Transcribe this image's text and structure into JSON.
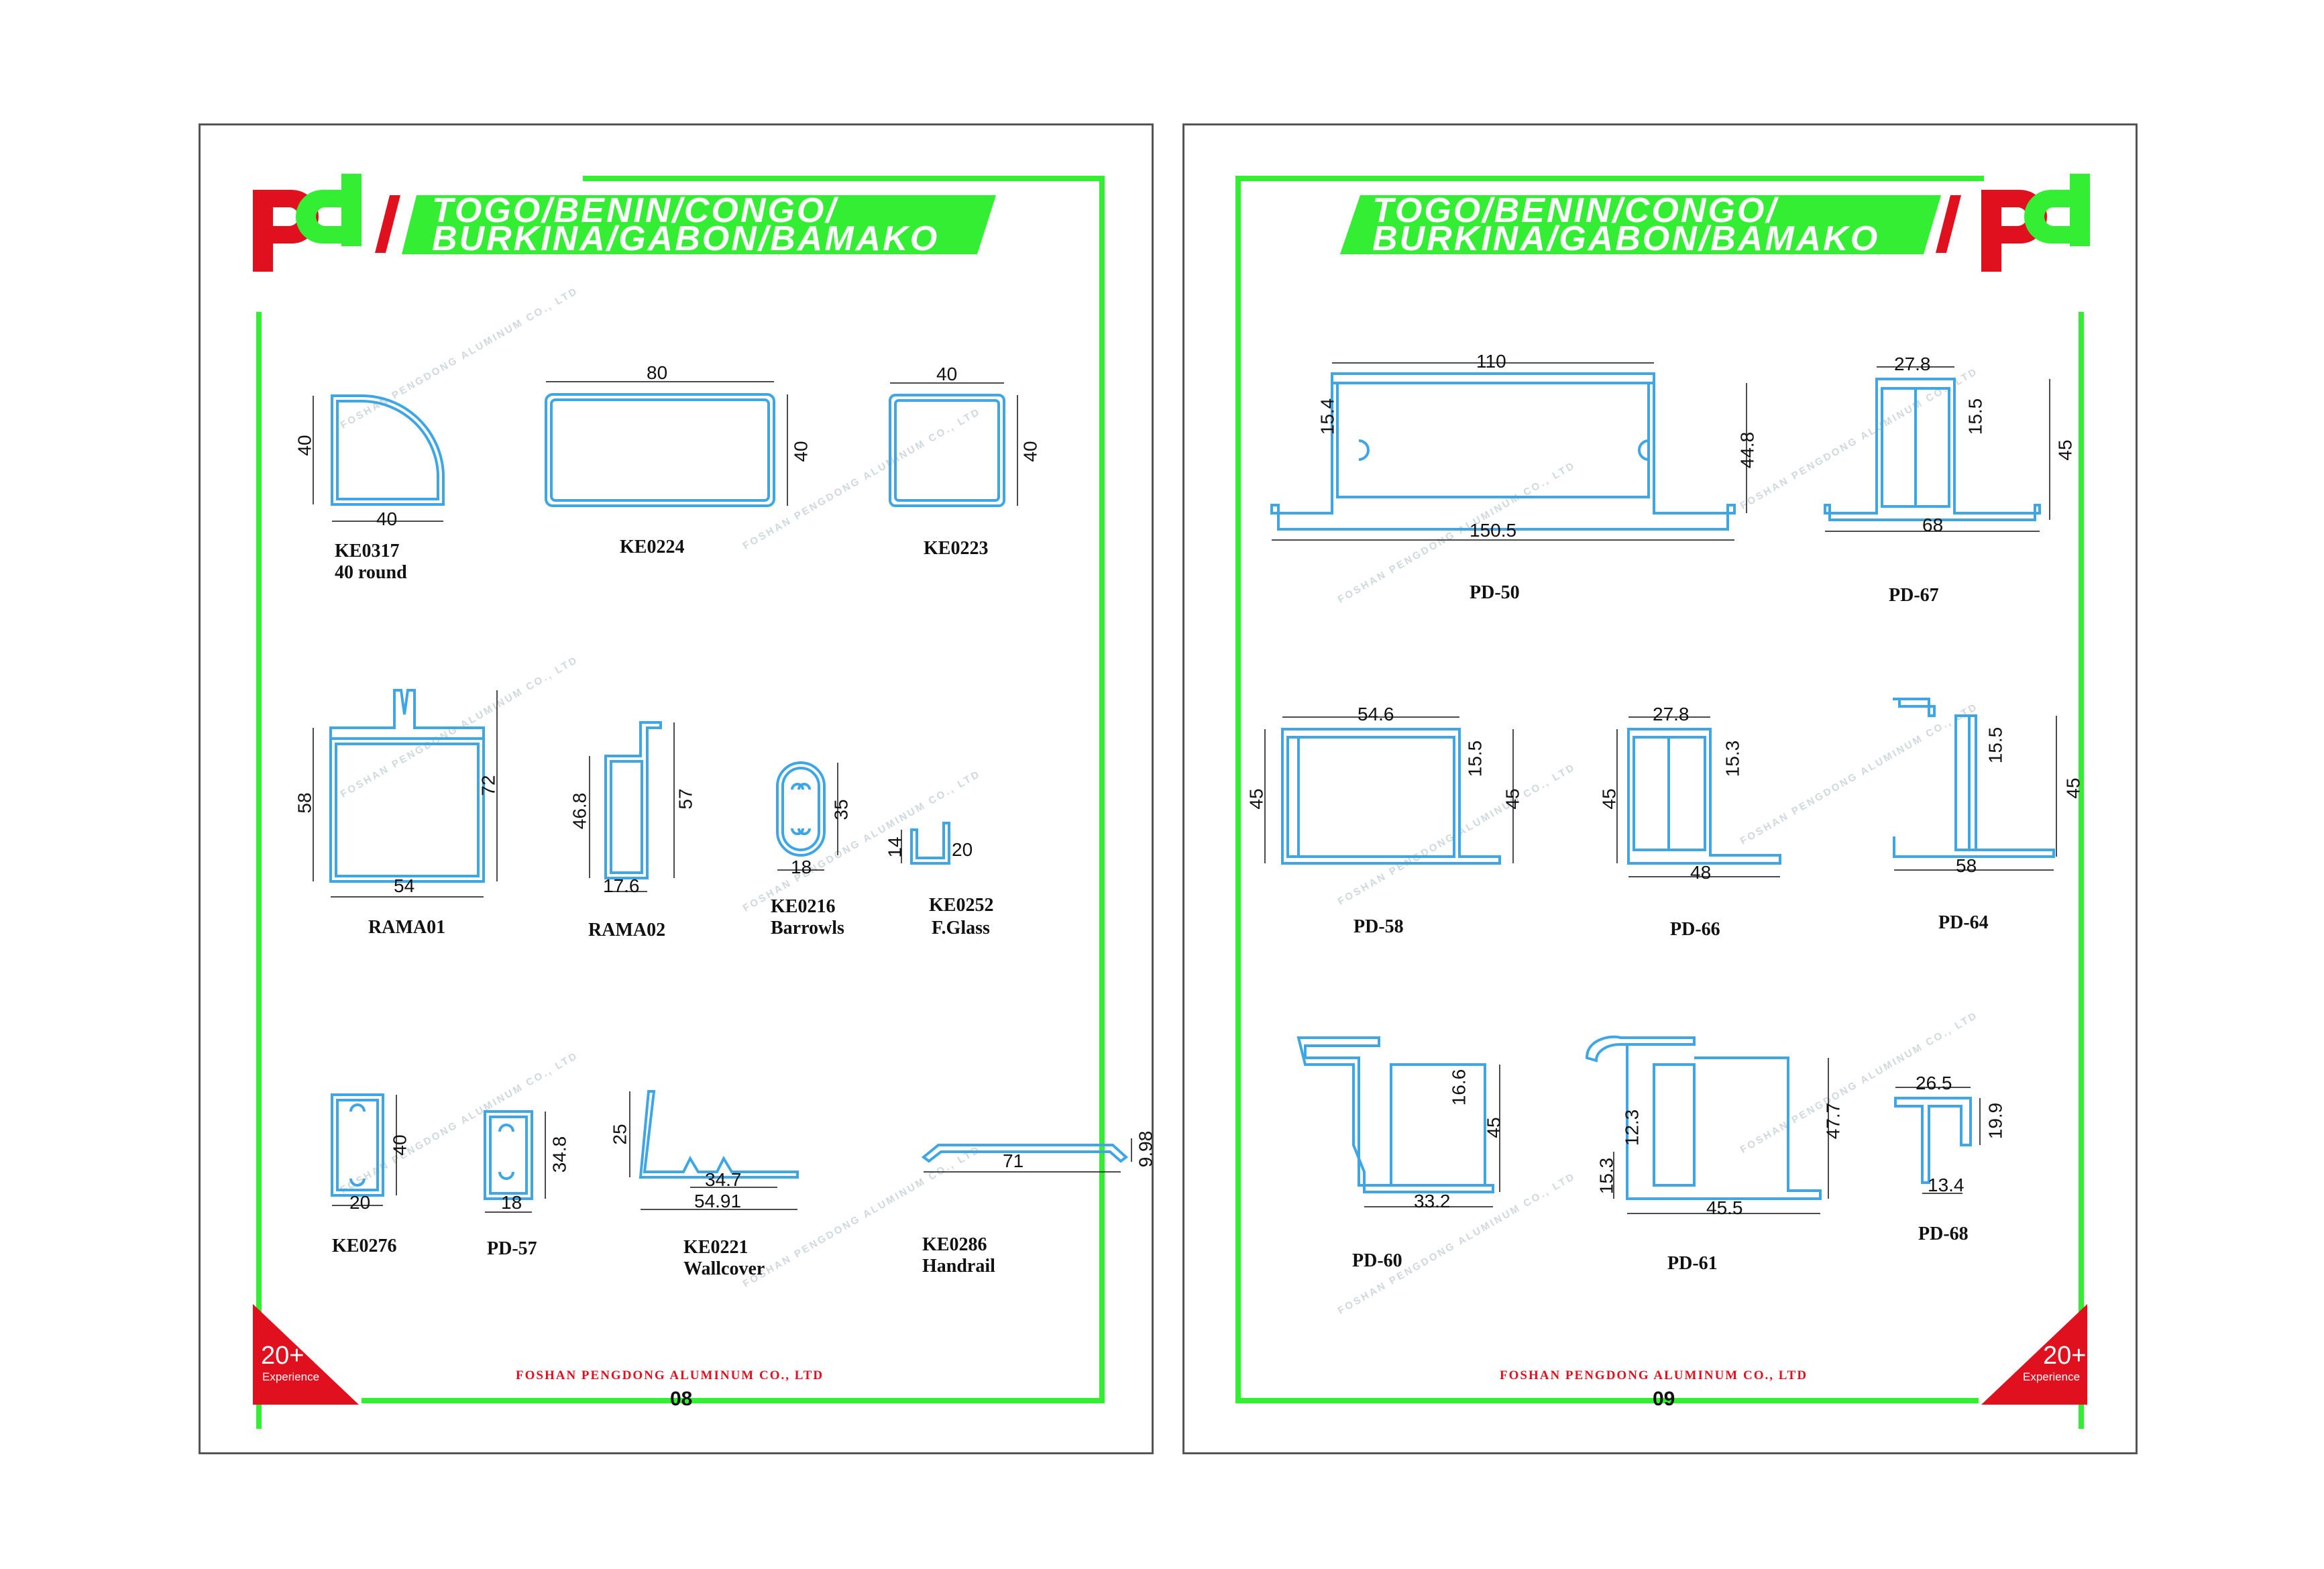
{
  "brand": {
    "logo_letters": "pd",
    "accent": "#33ee33",
    "red": "#e0101e",
    "profile_color": "#3fa6e6"
  },
  "banner": {
    "line1": "TOGO/BENIN/CONGO/",
    "line2": "BURKINA/GABON/BAMAKO"
  },
  "footer": {
    "company": "FOSHAN PENGDONG ALUMINUM CO., LTD",
    "badge_main": "20+",
    "badge_sub": "Experience"
  },
  "watermark": "FOSHAN PENGDONG ALUMINUM CO., LTD",
  "left_page": {
    "page_number": "08",
    "profiles": [
      {
        "code": "KE0317",
        "name": "40 round",
        "dims": [
          "40",
          "40"
        ]
      },
      {
        "code": "KE0224",
        "dims": [
          "80",
          "40"
        ]
      },
      {
        "code": "KE0223",
        "dims": [
          "40",
          "40"
        ]
      },
      {
        "code": "RAMA01",
        "dims": [
          "58",
          "72",
          "54"
        ]
      },
      {
        "code": "RAMA02",
        "dims": [
          "46.8",
          "57",
          "17.6"
        ]
      },
      {
        "code": "KE0216",
        "name": "Barrowls",
        "dims": [
          "35",
          "18"
        ]
      },
      {
        "code": "KE0252",
        "name": "F.Glass",
        "dims": [
          "14",
          "20"
        ]
      },
      {
        "code": "KE0276",
        "dims": [
          "40",
          "20"
        ]
      },
      {
        "code": "PD-57",
        "dims": [
          "34.8",
          "18"
        ]
      },
      {
        "code": "KE0221",
        "name": "Wallcover",
        "dims": [
          "25",
          "34.7",
          "54.91"
        ]
      },
      {
        "code": "KE0286",
        "name": "Handrail",
        "dims": [
          "71",
          "9.98"
        ]
      }
    ]
  },
  "right_page": {
    "page_number": "09",
    "profiles": [
      {
        "code": "PD-50",
        "dims": [
          "110",
          "15.4",
          "44.8",
          "150.5"
        ]
      },
      {
        "code": "PD-67",
        "dims": [
          "27.8",
          "15.5",
          "45",
          "68"
        ]
      },
      {
        "code": "PD-58",
        "dims": [
          "54.6",
          "15.5",
          "45",
          "45"
        ]
      },
      {
        "code": "PD-66",
        "dims": [
          "27.8",
          "15.3",
          "45",
          "48"
        ]
      },
      {
        "code": "PD-64",
        "dims": [
          "15.5",
          "45",
          "58"
        ]
      },
      {
        "code": "PD-60",
        "dims": [
          "16.6",
          "45",
          "33.2"
        ]
      },
      {
        "code": "PD-61",
        "dims": [
          "12.3",
          "15.3",
          "47.7",
          "45.5"
        ]
      },
      {
        "code": "PD-68",
        "dims": [
          "26.5",
          "19.9",
          "13.4"
        ]
      }
    ]
  }
}
